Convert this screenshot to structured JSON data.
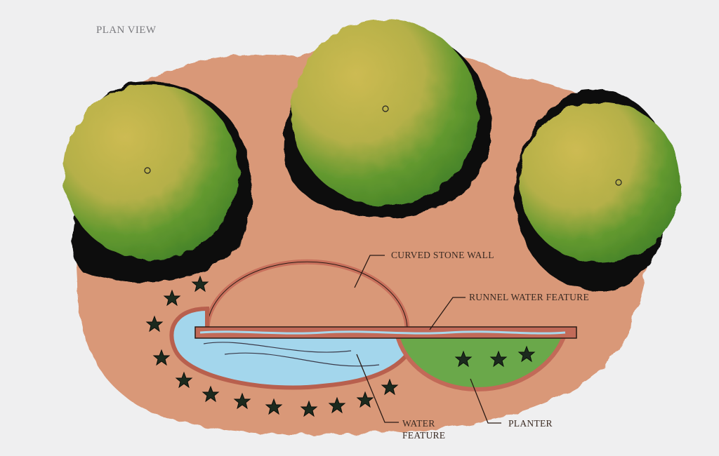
{
  "title": "PLAN VIEW",
  "labels": {
    "curved_stone_wall": "CURVED STONE WALL",
    "runnel_water_feature": "RUNNEL WATER FEATURE",
    "water_feature_line1": "WATER",
    "water_feature_line2": "FEATURE",
    "planter": "PLANTER"
  },
  "colors": {
    "background": "#efeff0",
    "ground": "#d99878",
    "tree_light": "#c9b84e",
    "tree_dark": "#4f8f2e",
    "tree_shadow": "#111111",
    "water": "#9fd4ea",
    "wall": "#c26a58",
    "planter": "#6aa84a",
    "shrub": "#1f2a20"
  },
  "elements": [
    "tree-left",
    "tree-center",
    "tree-right",
    "curved-stone-wall",
    "runnel",
    "water-feature-pool",
    "planter",
    "shrub-border"
  ]
}
